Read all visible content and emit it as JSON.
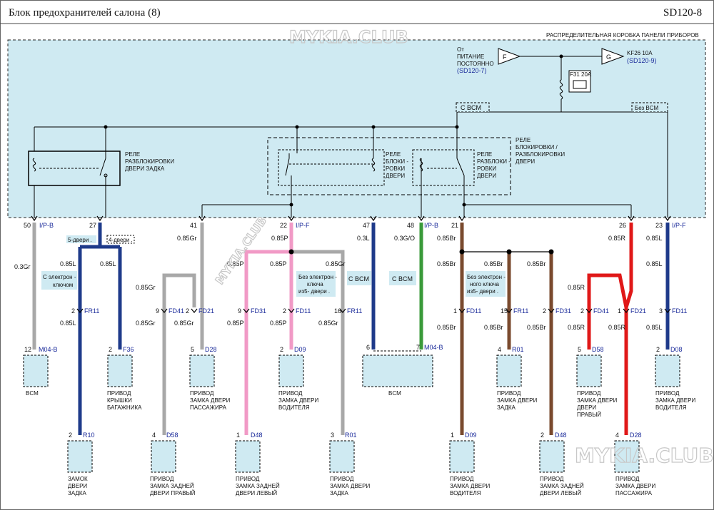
{
  "header": {
    "title": "Блок   предохранителей    салона  (8)",
    "code": "SD120-8"
  },
  "watermarks": [
    "MYKIA.CLUB",
    "MYKIA.CLUB",
    "MYKIA.CLUB"
  ],
  "junction_box": {
    "label": "РАСПРЕДЕЛИТЕЛЬНАЯ  КОРОБКА  ПАНЕЛИ ПРИБОРОВ",
    "power_label": [
      "От",
      "ПИТАНИЕ",
      "ПОСТОЯННО"
    ],
    "power_ref": "(SD120-7)",
    "conn_f": "F",
    "conn_g": "G",
    "out_label": "KF26 10A",
    "out_ref": "(SD120-9)",
    "fuse": "F31 20A",
    "opt_bcm": "С BCM",
    "opt_no_bcm": "Без BCM",
    "relay_trunk": [
      "РЕЛЕ",
      "РАЗБЛОКИРОВКИ",
      "ДВЕРИ ЗАДКА"
    ],
    "relay_group": [
      "РЕЛЕ",
      "БЛОКИРОВКИ /",
      "РАЗБЛОКИРОВКИ",
      "ДВЕРИ"
    ],
    "relay_lock": [
      "РЕЛЕ",
      "БЛОКИ -",
      "РОВКИ",
      "ДВЕРИ"
    ],
    "relay_unlock": [
      "РЕЛЕ",
      "РАЗБЛОКИ -",
      "РОВКИ",
      "ДВЕРИ"
    ]
  },
  "pins": [
    {
      "num": "50",
      "conn": "I/P-B",
      "wire": "0.3Gr"
    },
    {
      "num": "27",
      "conn": "",
      "wire": ""
    },
    {
      "num": "41",
      "conn": "",
      "wire": "0.85Gr"
    },
    {
      "num": "22",
      "conn": "I/P-F",
      "wire": "0.85P"
    },
    {
      "num": "47",
      "conn": "",
      "wire": "0.3L"
    },
    {
      "num": "48",
      "conn": "I/P-B",
      "wire": "0.3G/O"
    },
    {
      "num": "21",
      "conn": "",
      "wire": "0.85Br"
    },
    {
      "num": "26",
      "conn": "",
      "wire": "0.85R"
    },
    {
      "num": "23",
      "conn": "I/P-F",
      "wire": "0.85L"
    }
  ],
  "options": {
    "door5": "5-двери .",
    "door4": "4-двери .",
    "immob": [
      "С электрон -",
      "ключом"
    ],
    "no_key1": [
      "Без  электрон -",
      "ключа",
      "из5- двери ."
    ],
    "no_key2": [
      "Без  электрон -",
      "ного ключа",
      "из5- двери ."
    ],
    "bcm": "С BCM"
  },
  "wires": {
    "w085L": "0.85L",
    "w085Gr": "0.85Gr",
    "w085P": "0.85P",
    "w085Br": "0.85Br",
    "w085R": "0.85R"
  },
  "mid_connectors": [
    {
      "pin": "2",
      "conn": "FR11"
    },
    {
      "pin": "9",
      "conn": "FD41"
    },
    {
      "pin": "2",
      "conn": "FD21"
    },
    {
      "pin": "9",
      "conn": "FD31"
    },
    {
      "pin": "2",
      "conn": "FD11"
    },
    {
      "pin": "16",
      "conn": "FR11"
    },
    {
      "pin": "1",
      "conn": "FD11"
    },
    {
      "pin": "15",
      "conn": "FR11"
    },
    {
      "pin": "2",
      "conn": "FD31"
    },
    {
      "pin": "2",
      "conn": "FD41"
    },
    {
      "pin": "1",
      "conn": "FD21"
    },
    {
      "pin": "3",
      "conn": "FD11"
    }
  ],
  "row1": [
    {
      "pin": "12",
      "conn": "M04-B",
      "name": [
        "BCM"
      ]
    },
    {
      "pin": "2",
      "conn": "F36",
      "name": [
        "ПРИВОД",
        "КРЫШКИ",
        "БАГАЖНИКА"
      ]
    },
    {
      "pin": "5",
      "conn": "D28",
      "name": [
        "ПРИВОД",
        "ЗАМКА ДВЕРИ",
        "ПАССАЖИРА"
      ]
    },
    {
      "pin": "2",
      "conn": "D09",
      "name": [
        "ПРИВОД",
        "ЗАМКА ДВЕРИ",
        "ВОДИТЕЛЯ"
      ]
    },
    {
      "pin": "6",
      "conn": "",
      "name": [
        "BCM"
      ]
    },
    {
      "pin": "7",
      "conn": "M04-B",
      "name": []
    },
    {
      "pin": "4",
      "conn": "R01",
      "name": [
        "ПРИВОД",
        "ЗАМКА ДВЕРИ",
        "ЗАДКА"
      ]
    },
    {
      "pin": "5",
      "conn": "D58",
      "name": [
        "ПРИВОД",
        "ЗАМКА ДВЕРИ",
        "ДВЕРИ",
        "ПРАВЫЙ"
      ]
    },
    {
      "pin": "2",
      "conn": "D08",
      "name": [
        "ПРИВОД",
        "ЗАМКА ДВЕРИ",
        "ВОДИТЕЛЯ"
      ]
    }
  ],
  "row2": [
    {
      "pin": "2",
      "conn": "R10",
      "name": [
        "ЗАМОК",
        "ДВЕРИ",
        "ЗАДКА"
      ]
    },
    {
      "pin": "4",
      "conn": "D58",
      "name": [
        "ПРИВОД",
        "ЗАМКА ЗАДНЕЙ",
        "ДВЕРИ ПРАВЫЙ"
      ]
    },
    {
      "pin": "1",
      "conn": "D48",
      "name": [
        "ПРИВОД",
        "ЗАМКА ЗАДНЕЙ",
        "ДВЕРИ ЛЕВЫЙ"
      ]
    },
    {
      "pin": "3",
      "conn": "R01",
      "name": [
        "ПРИВОД",
        "ЗАМКА ДВЕРИ",
        "ЗАДКА"
      ]
    },
    {
      "pin": "1",
      "conn": "D09",
      "name": [
        "ПРИВОД",
        "ЗАМКА ДВЕРИ",
        "ВОДИТЕЛЯ"
      ]
    },
    {
      "pin": "2",
      "conn": "D48",
      "name": [
        "ПРИВОД",
        "ЗАМКА ЗАДНЕЙ",
        "ДВЕРИ ЛЕВЫЙ"
      ]
    },
    {
      "pin": "4",
      "conn": "D28",
      "name": [
        "ПРИВОД",
        "ЗАМКА ДВЕРИ",
        "ПАССАЖИРА"
      ]
    }
  ],
  "colors": {
    "gray": "#a8a8a8",
    "blue": "#1e3a8a",
    "pink": "#f19ac6",
    "green": "#3a9a3a",
    "brown": "#7a4a2e",
    "red": "#e01818",
    "box_fill": "#cfeaf2"
  }
}
